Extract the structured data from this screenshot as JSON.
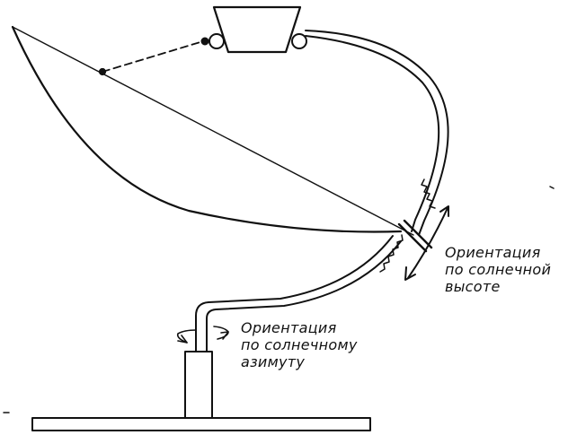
{
  "labels": {
    "elevation": [
      "Ориентация",
      "по солнечной",
      "высоте"
    ],
    "azimuth": [
      "Ориентация",
      "по солнечному",
      "азимуту"
    ]
  },
  "colors": {
    "ink": "#111111",
    "paper": "#ffffff"
  }
}
